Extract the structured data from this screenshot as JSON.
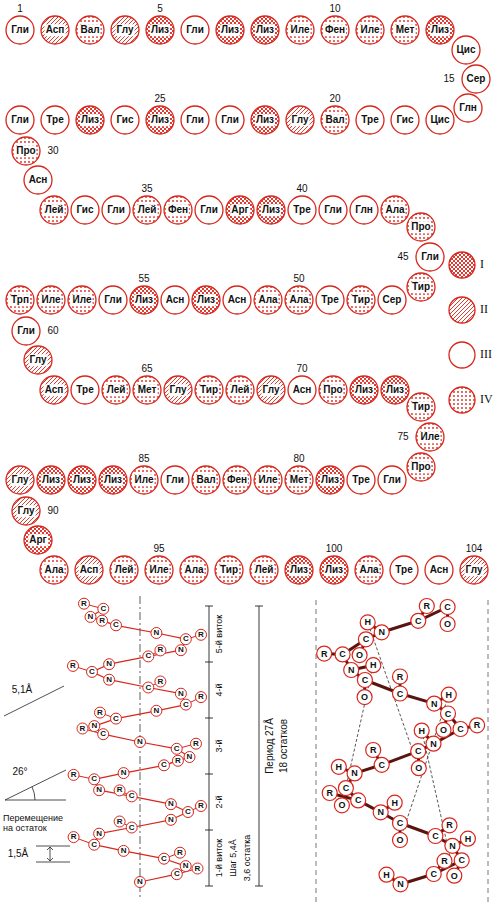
{
  "diagram": {
    "nodes": [
      {
        "text": [
          "Гли"
        ]
      },
      {
        "text": [
          "Асп"
        ]
      },
      {
        "text": [
          "Вал"
        ]
      },
      {
        "text": [
          "Глу"
        ]
      },
      {
        "text": [
          "Лиз"
        ]
      },
      {
        "text": [
          "Гли"
        ]
      },
      {
        "text": [
          "Лиз"
        ]
      },
      {
        "text": [
          "Лиз"
        ]
      },
      {
        "text": [
          "Иле"
        ]
      },
      {
        "text": [
          "Фен"
        ]
      },
      {
        "text": [
          "Иле"
        ]
      },
      {
        "text": [
          "Мет"
        ]
      },
      {
        "text": [
          "Лиз"
        ]
      },
      {
        "text": [
          "Цис"
        ]
      },
      {
        "text": [
          "Сер"
        ]
      },
      {
        "text": [
          "Глн"
        ]
      },
      {
        "text": [
          "Цис"
        ]
      },
      {
        "text": [
          "Гис"
        ]
      },
      {
        "text": [
          "Тре"
        ]
      },
      {
        "text": [
          "Вал"
        ]
      },
      {
        "text": [
          "Глу"
        ]
      },
      {
        "text": [
          "Лиз"
        ]
      },
      {
        "text": [
          "Гли"
        ]
      },
      {
        "text": [
          "Гли"
        ]
      },
      {
        "text": [
          "Лиз"
        ]
      },
      {
        "text": [
          "Гис"
        ]
      },
      {
        "text": [
          "Лиз"
        ]
      },
      {
        "text": [
          "Тре"
        ]
      },
      {
        "text": [
          "Гли"
        ]
      },
      {
        "text": [
          "Про"
        ]
      },
      {
        "text": [
          "Асн"
        ]
      },
      {
        "text": [
          "Лей"
        ]
      },
      {
        "text": [
          "Гис"
        ]
      },
      {
        "text": [
          "Гли"
        ]
      },
      {
        "text": [
          "Лей"
        ]
      },
      {
        "text": [
          "Фен"
        ]
      },
      {
        "text": [
          "Гли"
        ]
      },
      {
        "text": [
          "Арг"
        ]
      },
      {
        "text": [
          "Лиз"
        ]
      },
      {
        "text": [
          "Тре"
        ]
      },
      {
        "text": [
          "Гли"
        ]
      },
      {
        "text": [
          "Глн"
        ]
      },
      {
        "text": [
          "Ала"
        ]
      },
      {
        "text": [
          "Про"
        ]
      },
      {
        "text": [
          "Гли"
        ]
      },
      {
        "text": [
          "Тир"
        ]
      },
      {
        "text": [
          "Сер"
        ]
      },
      {
        "text": [
          "Тир"
        ]
      },
      {
        "text": [
          "Тре"
        ]
      },
      {
        "text": [
          "Ала"
        ]
      },
      {
        "text": [
          "Ала"
        ]
      },
      {
        "text": [
          "Асн"
        ]
      },
      {
        "text": [
          "Лиз"
        ]
      },
      {
        "text": [
          "Асн"
        ]
      },
      {
        "text": [
          "Лиз"
        ]
      },
      {
        "text": [
          "Гли"
        ]
      },
      {
        "text": [
          "Иле"
        ]
      },
      {
        "text": [
          "Иле"
        ]
      },
      {
        "text": [
          "Трп"
        ]
      },
      {
        "text": [
          "Гли"
        ]
      },
      {
        "text": [
          "Глу"
        ]
      },
      {
        "text": [
          "Асп"
        ]
      },
      {
        "text": [
          "Тре"
        ]
      },
      {
        "text": [
          "Лей"
        ]
      },
      {
        "text": [
          "Мет"
        ]
      },
      {
        "text": [
          "Глу"
        ]
      },
      {
        "text": [
          "Тир"
        ]
      },
      {
        "text": [
          "Лей"
        ]
      },
      {
        "text": [
          "Глу"
        ]
      },
      {
        "text": [
          "Асн"
        ]
      },
      {
        "text": [
          "Про"
        ]
      },
      {
        "text": [
          "Лиз"
        ]
      },
      {
        "text": [
          "Лиз"
        ]
      },
      {
        "text": [
          "Тир"
        ]
      },
      {
        "text": [
          "Иле"
        ]
      },
      {
        "text": [
          "Про"
        ]
      },
      {
        "text": [
          "Гли"
        ]
      },
      {
        "text": [
          "Тре"
        ]
      },
      {
        "text": [
          "Лиз"
        ]
      },
      {
        "text": [
          "Мет"
        ]
      },
      {
        "text": [
          "Иле"
        ]
      },
      {
        "text": [
          "Фен"
        ]
      },
      {
        "text": [
          "Вал"
        ]
      },
      {
        "text": [
          "Гли"
        ]
      },
      {
        "text": [
          "Иле"
        ]
      },
      {
        "text": [
          "Лиз"
        ]
      },
      {
        "text": [
          "Лиз"
        ]
      },
      {
        "text": [
          "Лиз"
        ]
      },
      {
        "text": [
          "Глу"
        ]
      },
      {
        "text": [
          "Глу"
        ]
      },
      {
        "text": [
          "Арг"
        ]
      },
      {
        "text": [
          "Ала"
        ]
      },
      {
        "text": [
          "Асп"
        ]
      },
      {
        "text": [
          "Лей"
        ]
      },
      {
        "text": [
          "Иле"
        ]
      },
      {
        "text": [
          "Ала"
        ]
      },
      {
        "text": [
          "Тир"
        ]
      },
      {
        "text": [
          "Лей"
        ]
      },
      {
        "text": [
          "Лиз"
        ]
      },
      {
        "text": [
          "Лиз"
        ]
      },
      {
        "text": [
          "Ала"
        ]
      },
      {
        "text": [
          "Тре"
        ]
      },
      {
        "text": [
          "Асн"
        ]
      },
      {
        "text": [
          "Глу"
        ]
      }
    ],
    "labels": [
      "1",
      "5",
      "10",
      "15",
      "20",
      "25",
      "30",
      "35",
      "40",
      "45",
      "50",
      "55",
      "60",
      "65",
      "70",
      "75",
      "80",
      "85",
      "90",
      "95",
      "100",
      "104",
      "5-й виток",
      "4-й",
      "3-й",
      "2-й",
      "1-й виток",
      "Шаг 5,4Å",
      "3,6 остатка",
      "Период 27Å",
      "18 остатков",
      "5,1Å",
      "26°",
      "Перемещение на остаток",
      "1,5Å",
      "N",
      "C",
      "R",
      "N",
      "C",
      "R",
      "N",
      "C",
      "R",
      "N",
      "C",
      "R",
      "N",
      "C",
      "R",
      "N",
      "C",
      "R",
      "N",
      "C",
      "R",
      "N",
      "C",
      "R",
      "N",
      "C",
      "R",
      "N",
      "C",
      "R",
      "N",
      "C",
      "R",
      "N",
      "C",
      "R",
      "N",
      "C",
      "R",
      "N",
      "C",
      "R",
      "N",
      "C",
      "R",
      "N",
      "C",
      "R",
      "N",
      "C",
      "R",
      "N",
      "C",
      "R",
      "N",
      "H",
      "C",
      "R",
      "C",
      "O",
      "N",
      "H",
      "C",
      "R",
      "C",
      "O",
      "N",
      "H",
      "C",
      "R",
      "C",
      "O",
      "N",
      "H",
      "C",
      "R",
      "C",
      "O",
      "N",
      "H",
      "C",
      "R",
      "C",
      "O",
      "N",
      "H",
      "C",
      "R",
      "C",
      "O",
      "N",
      "H",
      "C",
      "R",
      "C",
      "O",
      "N",
      "H",
      "C",
      "R",
      "C",
      "O"
    ],
    "legend": [
      {
        "text": "I"
      },
      {
        "text": "II"
      },
      {
        "text": "III"
      },
      {
        "text": "IV"
      }
    ]
  }
}
